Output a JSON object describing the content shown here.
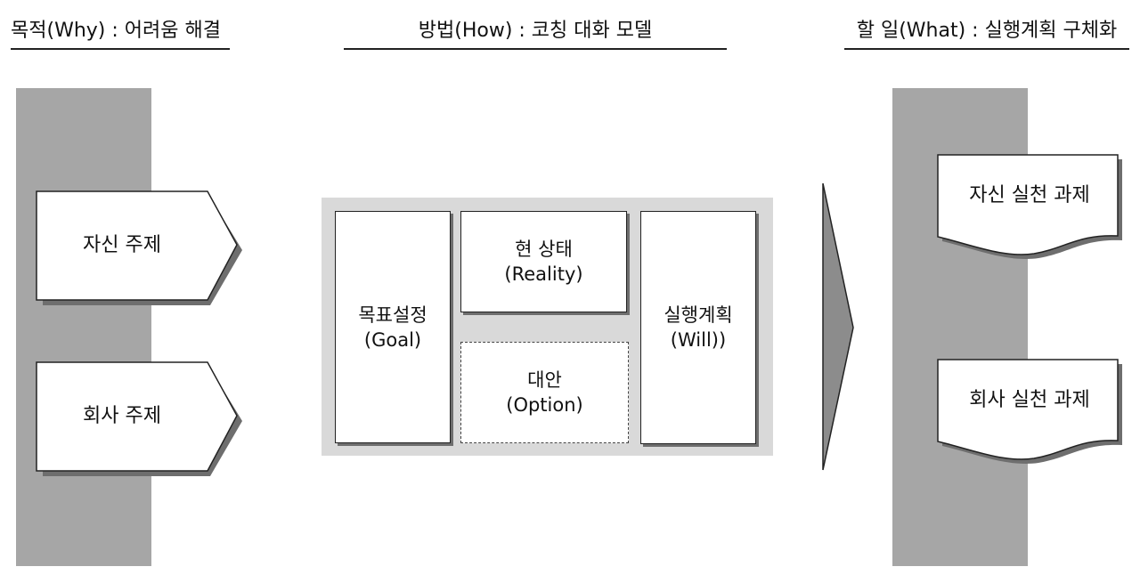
{
  "headings": {
    "why": "목적(Why) : 어려움 해결",
    "how": "방법(How) : 코칭 대화 모델",
    "what": "할 일(What) : 실행계획 구체화"
  },
  "why_items": [
    "자신 주제",
    "회사 주제"
  ],
  "how_model": {
    "goal": {
      "name": "목표설정",
      "en": "(Goal)"
    },
    "reality": {
      "name": "현 상태",
      "en": "(Reality)"
    },
    "option": {
      "name": "대안",
      "en": "(Option)"
    },
    "will": {
      "name": "실행계획",
      "en": "(Will))"
    }
  },
  "what_items": [
    "자신 실천 과제",
    "회사 실천 과제"
  ],
  "colors": {
    "band": "#a6a6a6",
    "panel": "#d9d9d9",
    "arrow": "#8c8c8c",
    "shadow": "#6e6e6e"
  }
}
